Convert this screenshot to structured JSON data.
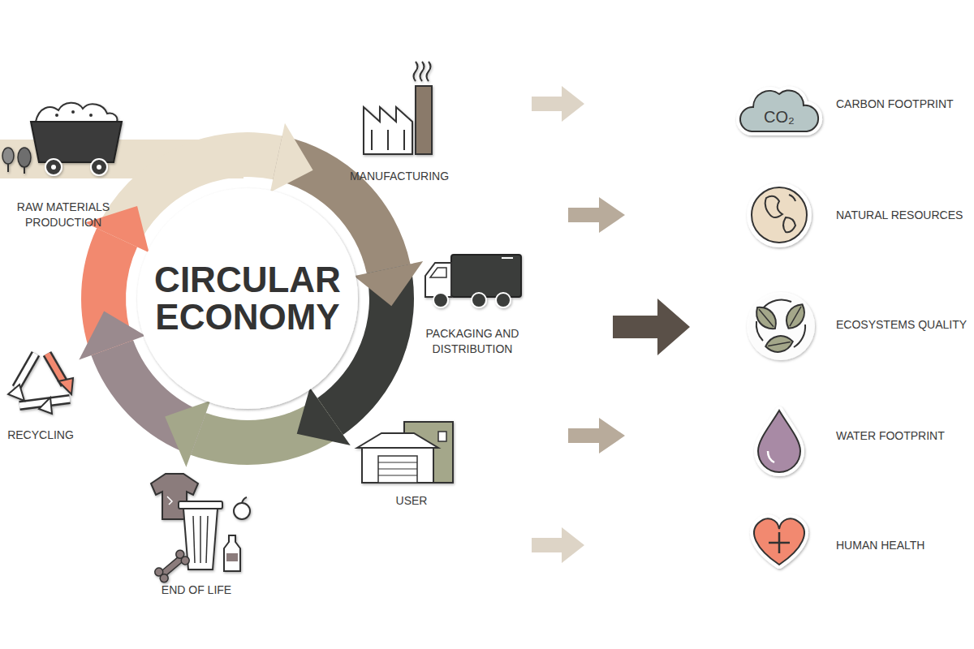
{
  "diagram": {
    "nodes": [
      {
        "text": [
          "CIRCULAR ECONOMY"
        ]
      }
    ],
    "labels": [
      "RAW MATERIALS PRODUCTION",
      "MANUFACTURING",
      "PACKAGING AND DISTRIBUTION",
      "USER",
      "END OF LIFE",
      "RECYCLING",
      "CO₂",
      "CARBON FOOTPRINT",
      "NATURAL RESOURCES",
      "ECOSYSTEMS QUALITY",
      "WATER FOOTPRINT",
      "HUMAN HEALTH"
    ]
  }
}
